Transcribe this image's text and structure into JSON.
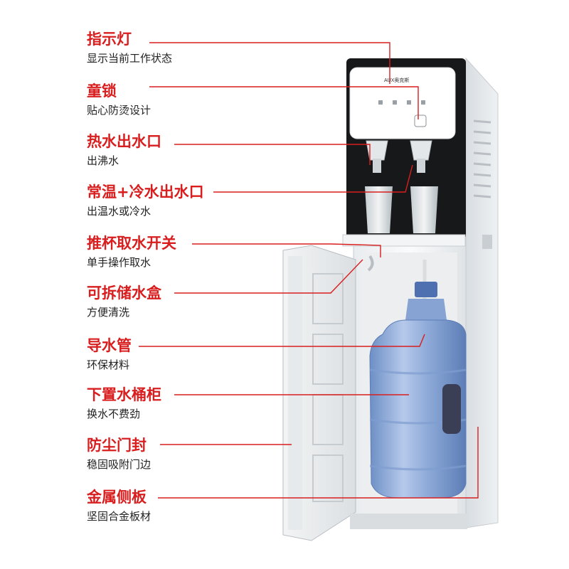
{
  "features": [
    {
      "title": "指示灯",
      "desc": "显示当前工作状态"
    },
    {
      "title": "童锁",
      "desc": "贴心防烫设计"
    },
    {
      "title": "热水出水口",
      "desc": "出沸水"
    },
    {
      "title": "常温+冷水出水口",
      "desc": "出温水或冷水"
    },
    {
      "title": "推杯取水开关",
      "desc": "单手操作取水"
    },
    {
      "title": "可拆储水盒",
      "desc": "方便清洗"
    },
    {
      "title": "导水管",
      "desc": "环保材料"
    },
    {
      "title": "下置水桶柜",
      "desc": "换水不费劲"
    },
    {
      "title": "防尘门封",
      "desc": "稳固吸附门边"
    },
    {
      "title": "金属侧板",
      "desc": "坚固合金板材"
    }
  ],
  "brand": "AUX奥克斯",
  "colors": {
    "accent": "#d81e1e",
    "text": "#222222"
  }
}
